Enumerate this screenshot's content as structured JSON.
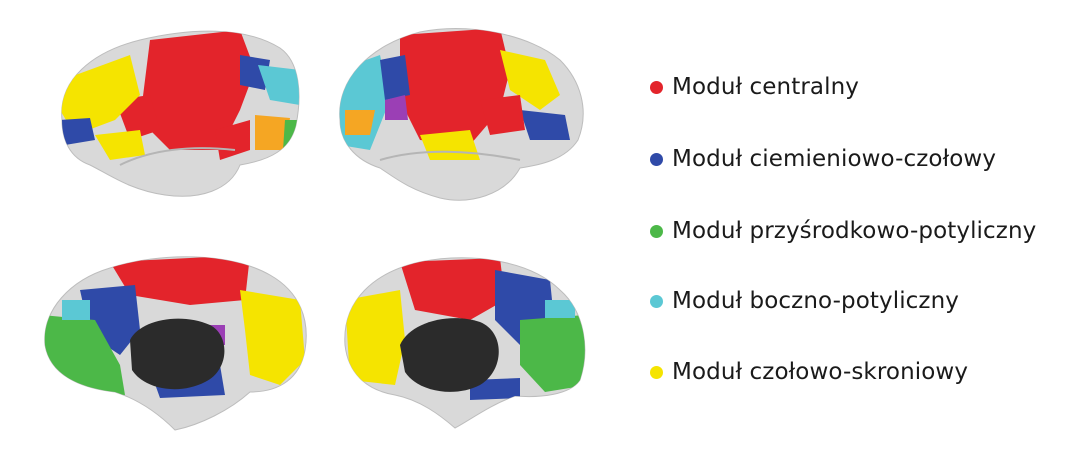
{
  "modules": [
    {
      "label": "Moduł centralny",
      "color": "#e3242b"
    },
    {
      "label": "Moduł ciemieniowo-czołowy",
      "color": "#2f4aa8"
    },
    {
      "label": "Moduł przyśrodkowo-potyliczny",
      "color": "#4cb848"
    },
    {
      "label": "Moduł boczno-potyliczny",
      "color": "#5bc8d4"
    },
    {
      "label": "Moduł czołowo-skroniowy",
      "color": "#f5e400"
    }
  ],
  "extra_colors": {
    "orange": "#f5a623",
    "purple": "#9b3fb5",
    "cortex": "#d9d9d9",
    "cortex_dark": "#b5b5b5",
    "midline": "#2b2b2b"
  }
}
